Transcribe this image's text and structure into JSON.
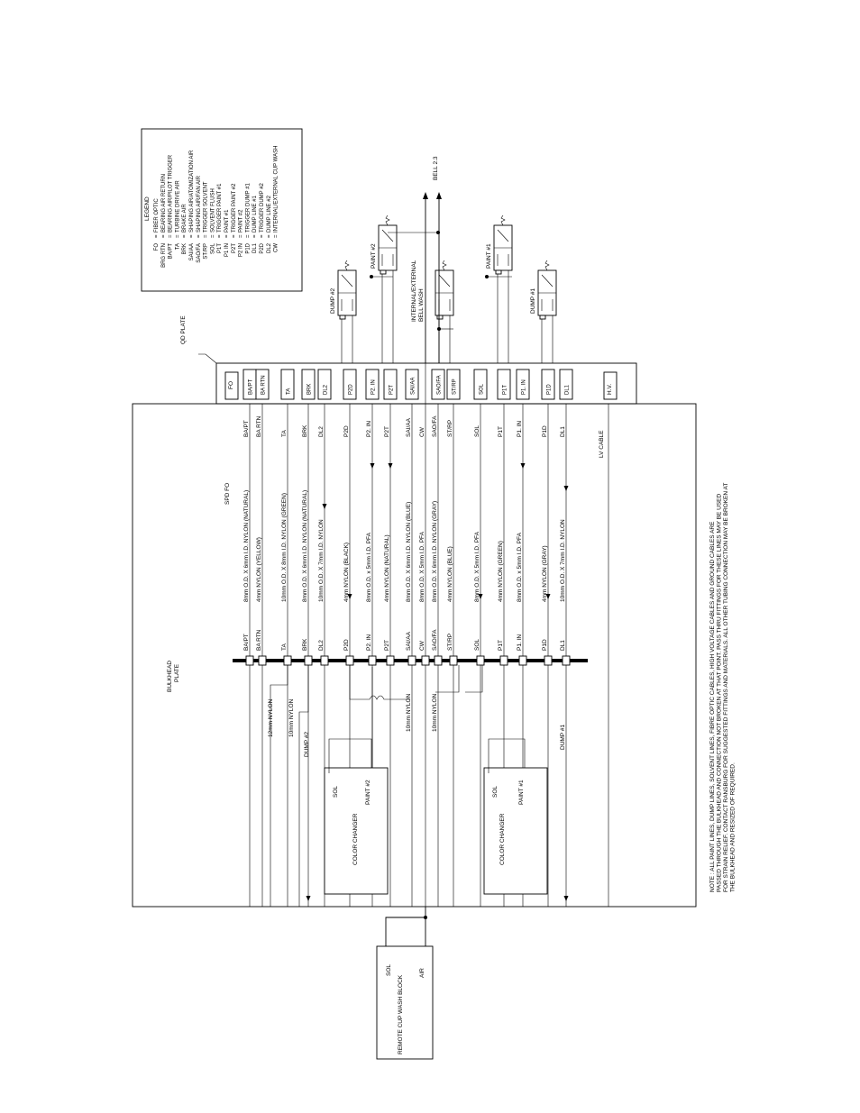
{
  "legend": {
    "title": "LEGEND",
    "entries": [
      {
        "code": "FO",
        "desc": "FIBER OPTIC"
      },
      {
        "code": "BRG RTN",
        "desc": "BEARING AIR RETURN"
      },
      {
        "code": "BA/PT",
        "desc": "BEARING AIR/PILOT TRIGGER"
      },
      {
        "code": "TA",
        "desc": "TURBINE DRIVE AIR"
      },
      {
        "code": "BRK",
        "desc": "BRAKE AIR"
      },
      {
        "code": "SAI/AA",
        "desc": "SHAPING AIR/ATOMIZATION AIR"
      },
      {
        "code": "SAO/FA",
        "desc": "SHAPING AIR/FAN AIR"
      },
      {
        "code": "ST/RP",
        "desc": "TRIGGER SOLVENT"
      },
      {
        "code": "SOL",
        "desc": "SOLVENT FLUSH"
      },
      {
        "code": "P1T",
        "desc": "TRIGGER PAINT #1"
      },
      {
        "code": "P1 IN",
        "desc": "PAINT #1"
      },
      {
        "code": "P2T",
        "desc": "TRIGGER PAINT #2"
      },
      {
        "code": "P2 IN",
        "desc": "PAINT #2"
      },
      {
        "code": "P1D",
        "desc": "TRIGGER DUMP #1"
      },
      {
        "code": "DL1",
        "desc": "DUMP LINE #1"
      },
      {
        "code": "P2D",
        "desc": "TRIGGER DUMP #2"
      },
      {
        "code": "DL2",
        "desc": "DUMP LINE #2"
      },
      {
        "code": "CW",
        "desc": "INTERNAL/EXTERNAL CUP WASH"
      }
    ]
  },
  "labels": {
    "qd_plate": "QD PLATE",
    "bell": "BELL 2.3",
    "spd_fo": "SPD FO",
    "bulkhead": "BULKHEAD",
    "plate": "PLATE",
    "lv_cable": "LV CABLE",
    "dump1": "DUMP #1",
    "dump2": "DUMP #2",
    "paint1": "PAINT #1",
    "paint2": "PAINT #2",
    "internal_external": "INTERNAL/EXTERNAL",
    "bell_wash": "BELL WASH",
    "color_changer": "COLOR CHANGER",
    "sol": "SOL",
    "air": "AIR",
    "remote_cup_wash": "REMOTE CUP WASH BLOCK",
    "n12mm": "12mm NYLON",
    "n10mm": "10mm NYLON",
    "dump1_line": "DUMP #1",
    "dump2_line": "DUMP #2"
  },
  "lines": [
    {
      "code": "BA/PT",
      "qd": "BA/PT",
      "mid": "BA/PT",
      "spec": "8mm O.D. X 6mm I.D. NYLON (NATURAL)",
      "end": "BA/PT"
    },
    {
      "code": "BA RTN",
      "qd": "BA RTN",
      "mid": "BA RTN",
      "spec": "4mm NYLON (YELLOW)",
      "end": "BA RTN"
    },
    {
      "code": "TA",
      "qd": "TA",
      "mid": "TA",
      "spec": "10mm O.D. X 8mm I.D. NYLON (GREEN)",
      "end": "TA"
    },
    {
      "code": "BRK",
      "qd": "BRK",
      "mid": "BRK",
      "spec": "8mm O.D. X 6mm I.D. NYLON (NATURAL)",
      "end": "BRK"
    },
    {
      "code": "DL2",
      "qd": "DL2",
      "mid": "DL2",
      "spec": "10mm O.D. X 7mm I.D. NYLON",
      "end": "DL2"
    },
    {
      "code": "P2D",
      "qd": "P2D",
      "mid": "P2D",
      "spec": "4mm NYLON (BLACK)",
      "end": "P2D"
    },
    {
      "code": "P2 IN",
      "qd": "P2. IN",
      "mid": "P2. IN",
      "spec": "8mm O.D. x 5mm I.D. PFA",
      "end": "P2. IN"
    },
    {
      "code": "P2T",
      "qd": "P2T",
      "mid": "P2T",
      "spec": "4mm NYLON (NATURAL)",
      "end": "P2T"
    },
    {
      "code": "SAI/AA",
      "qd": "SAI/AA",
      "mid": "SAI/AA",
      "spec": "8mm O.D. X 6mm I.D. NYLON (BLUE)",
      "end": "SAI/AA"
    },
    {
      "code": "CW",
      "qd": "",
      "mid": "CW",
      "spec": "8mm O.D. X 5mm I.D. PFA",
      "end": "CW"
    },
    {
      "code": "SAO/FA",
      "qd": "SAO/FA",
      "mid": "SAO/FA",
      "spec": "8mm O.D. X 6mm I.D. NYLON (GRAY)",
      "end": "SAO/FA"
    },
    {
      "code": "ST/RP",
      "qd": "ST/RP",
      "mid": "ST/RP",
      "spec": "4mm NYLON (BLUE)",
      "end": "ST/RP"
    },
    {
      "code": "SOL",
      "qd": "SOL",
      "mid": "SOL",
      "spec": "8mm O.D. X 5mm I.D. PFA",
      "end": "SOL"
    },
    {
      "code": "P1T",
      "qd": "P1T",
      "mid": "P1T",
      "spec": "4mm NYLON (GREEN)",
      "end": "P1T"
    },
    {
      "code": "P1 IN",
      "qd": "P1. IN",
      "mid": "P1. IN",
      "spec": "8mm O.D. x 5mm I.D. PFA",
      "end": "P1. IN"
    },
    {
      "code": "P1D",
      "qd": "P1D",
      "mid": "P1D",
      "spec": "4mm NYLON (GRAY)",
      "end": "P1D"
    },
    {
      "code": "DL1",
      "qd": "DL1",
      "mid": "DL1",
      "spec": "10mm O.D. X 7mm I.D. NYLON",
      "end": "DL1"
    }
  ],
  "qd_extra": {
    "fo": "FO",
    "hv": "H.V."
  },
  "note": "NOTE : ALL PAINT LINES, DUMP LINES, SOLVENT LINES, FIBRE OPTIC CABLES, HIGH VOLTAGE CABLES AND GROUND CABLES ARE PASSED THROUGH THE BULKHEAD AND CONNECTION NOT BROKEN AT THAT POINT. PASS THRU FITTINGS FOR THESE LINES MAY BE USED FOR STRAIN RELIEF. CONTACT RANSBURG FOR SUGGESTED FITTINGS AND MATERIALS. ALL OTHER TUBING CONNECTION MAY BE BROKEN AT THE BULKHEAD AND RESIZED OF REQUIRED."
}
